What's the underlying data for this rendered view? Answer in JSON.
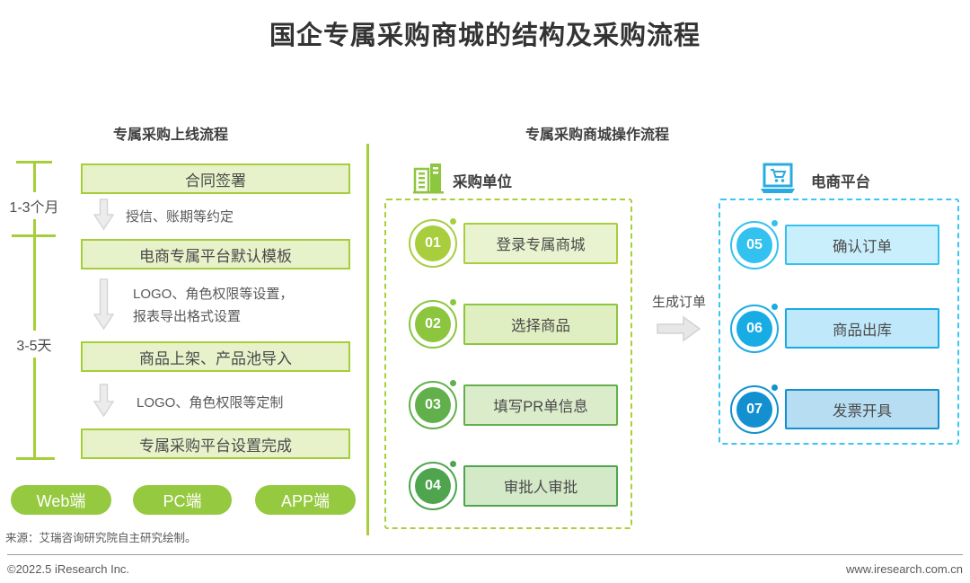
{
  "title": "国企专属采购商城的结构及采购流程",
  "colors": {
    "green_accent": "#a6ce39",
    "blue_accent": "#29abe2",
    "pill_green": "#95c93f",
    "dashed_green": "#a9cf3b",
    "dashed_blue": "#3cc5f2",
    "arrow_gray": "#e9e9e9",
    "text_dark": "#4a4a4a"
  },
  "left_flow": {
    "header": "专属采购上线流程",
    "durations": [
      "1-3个月",
      "3-5天"
    ],
    "stages": [
      "合同签署",
      "电商专属平台默认模板",
      "商品上架、产品池导入",
      "专属采购平台设置完成"
    ],
    "annotations": [
      "授信、账期等约定",
      "LOGO、角色权限等设置，",
      "报表导出格式设置",
      "LOGO、角色权限等定制"
    ],
    "platforms": [
      "Web端",
      "PC端",
      "APP端"
    ]
  },
  "right_flow": {
    "header": "专属采购商城操作流程",
    "buyer": {
      "label": "采购单位",
      "icon": "building-icon"
    },
    "seller": {
      "label": "电商平台",
      "icon": "laptop-cart-icon"
    },
    "transfer_label": "生成订单",
    "buyer_steps": [
      {
        "num": "01",
        "label": "登录专属商城",
        "color": "#a8ce3e",
        "fill": "#eaf3cf"
      },
      {
        "num": "02",
        "label": "选择商品",
        "color": "#8cc63f",
        "fill": "#e0efc2"
      },
      {
        "num": "03",
        "label": "填写PR单信息",
        "color": "#62b04b",
        "fill": "#daecca"
      },
      {
        "num": "04",
        "label": "审批人审批",
        "color": "#4ea54d",
        "fill": "#d4e9c7"
      }
    ],
    "seller_steps": [
      {
        "num": "05",
        "label": "确认订单",
        "color": "#33c1f0",
        "fill": "#c9eefc"
      },
      {
        "num": "06",
        "label": "商品出库",
        "color": "#18ace4",
        "fill": "#bfe9fb"
      },
      {
        "num": "07",
        "label": "发票开具",
        "color": "#1390cf",
        "fill": "#b6ddf1"
      }
    ]
  },
  "source": "来源：艾瑞咨询研究院自主研究绘制。",
  "footer": {
    "copyright": "©2022.5 iResearch Inc.",
    "website": "www.iresearch.com.cn"
  }
}
